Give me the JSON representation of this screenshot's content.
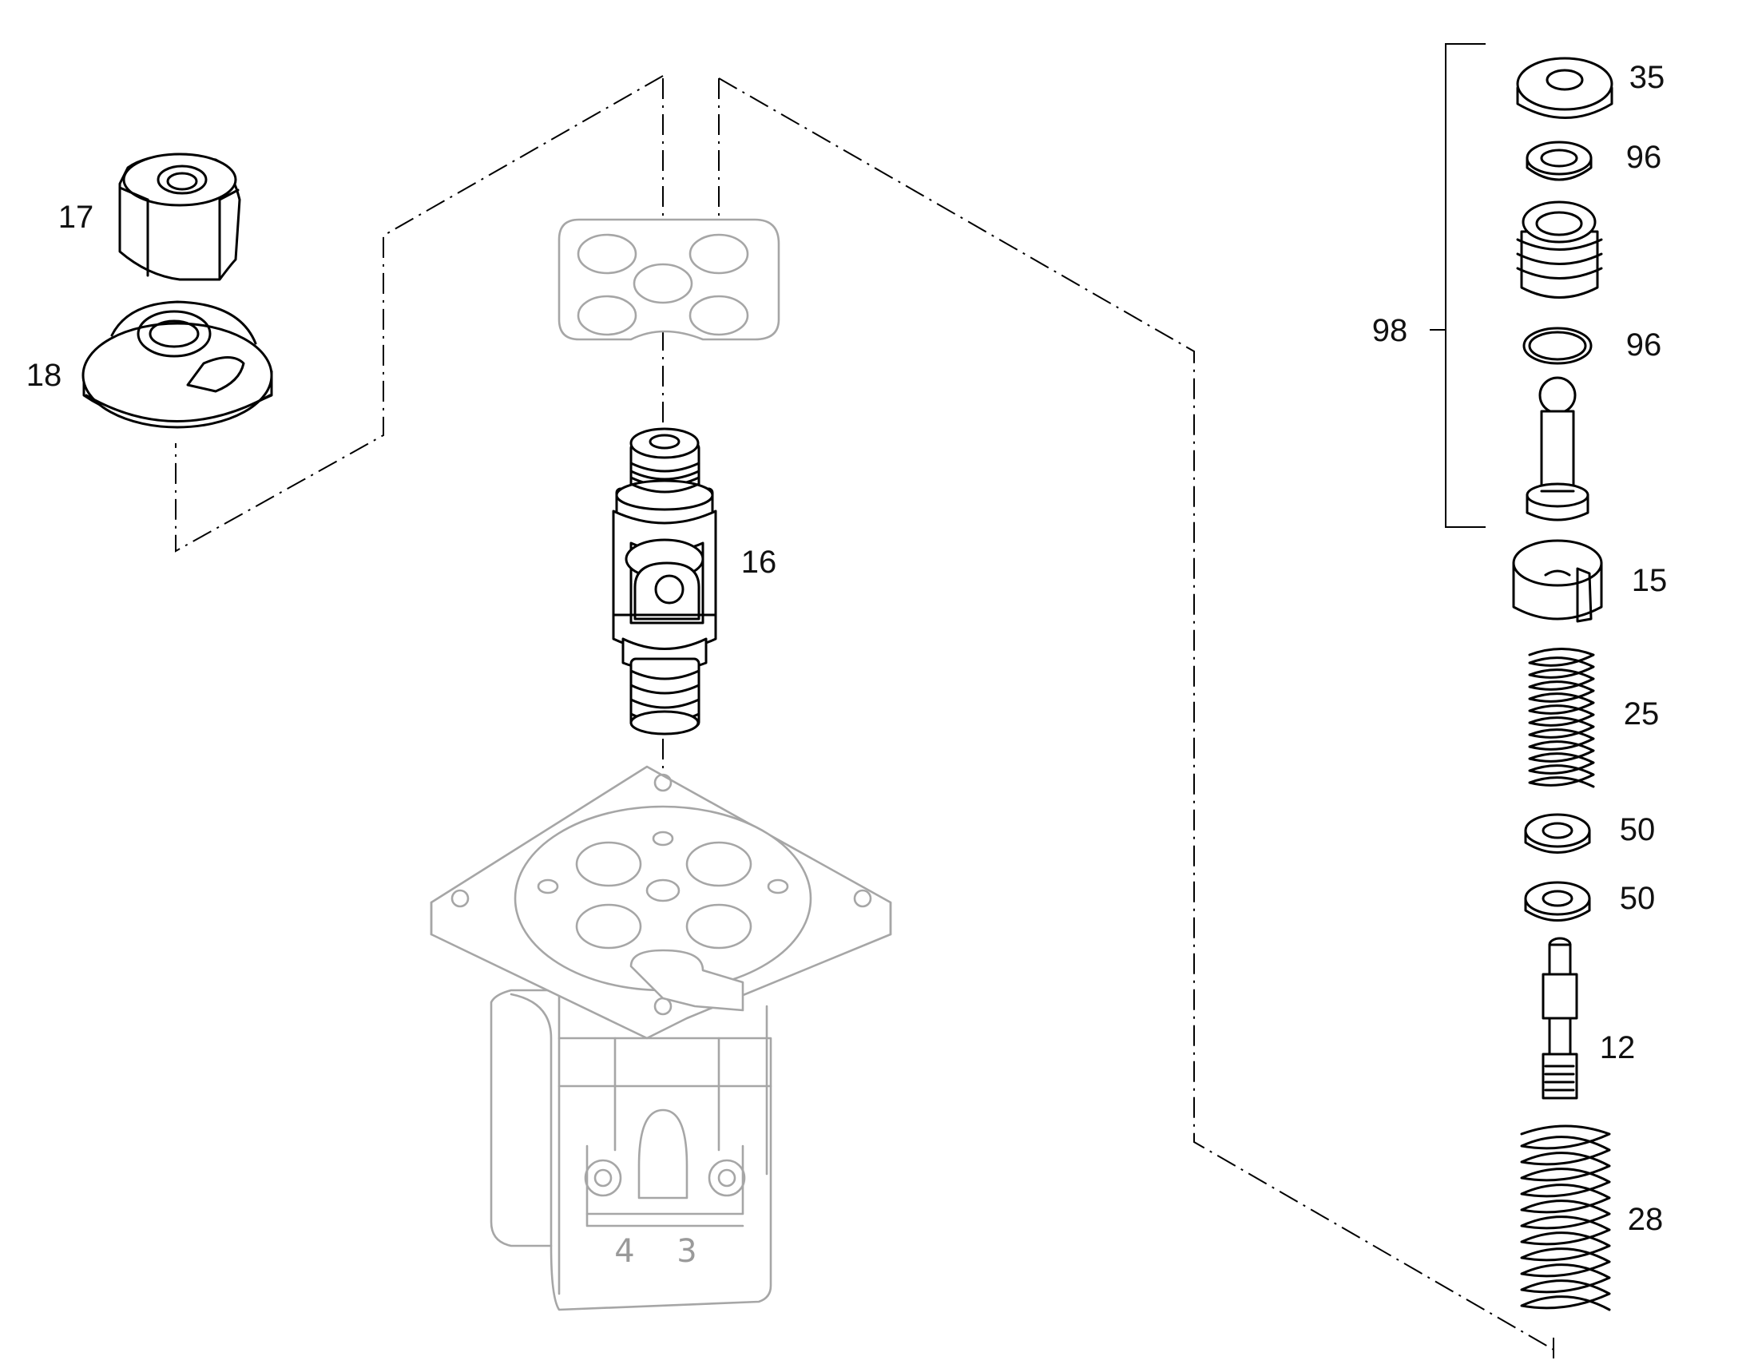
{
  "callouts": {
    "p17": "17",
    "p18": "18",
    "p16": "16",
    "p35": "35",
    "p96a": "96",
    "p98": "98",
    "p96b": "96",
    "p15": "15",
    "p25": "25",
    "p50a": "50",
    "p50b": "50",
    "p12": "12",
    "p28": "28"
  },
  "housing_marks": {
    "mark_4": "4",
    "mark_3": "3"
  },
  "colors": {
    "line": "#000000",
    "ghost_line": "#a6a6a6",
    "background": "#ffffff"
  }
}
